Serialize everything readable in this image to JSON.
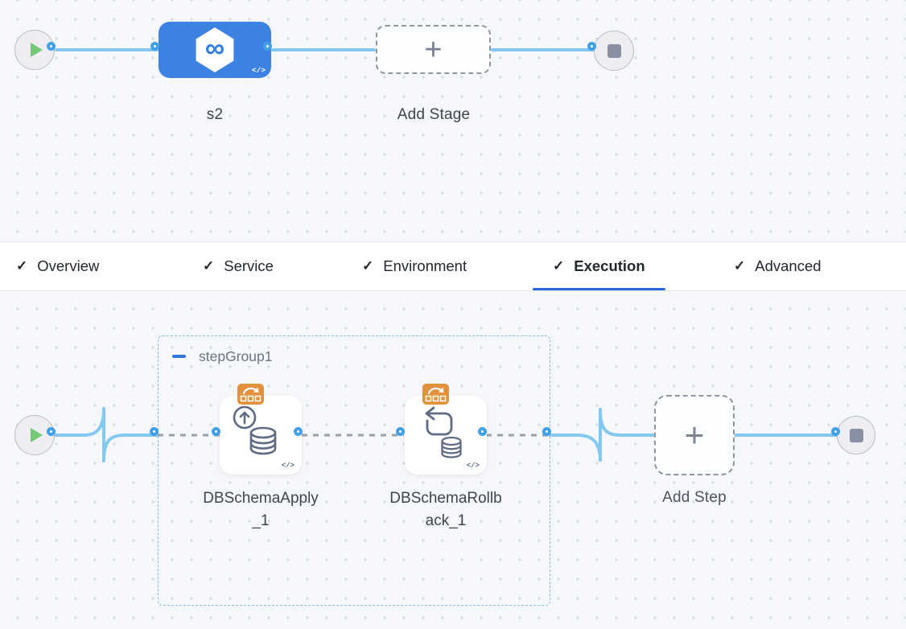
{
  "colors": {
    "stage_blue": "#3c82e2",
    "line_blue": "#85c8ef",
    "port_blue": "#42a0e8",
    "connector_gray": "#9aa0ac",
    "group_border_blue": "#7ec2e4",
    "tab_underline_blue": "#2268dd",
    "badge_orange": "#e2923c",
    "play_green": "#74c976",
    "stop_gray": "#8a90a4"
  },
  "icons": {
    "check": "✓",
    "plus": "+",
    "yaml": "</>",
    "infinity": "∞",
    "minus": "—"
  },
  "stage_graph": {
    "stage_label": "s2",
    "add_stage_label": "Add Stage"
  },
  "tabs": [
    {
      "label": "Overview",
      "checked": true,
      "active": false
    },
    {
      "label": "Service",
      "checked": true,
      "active": false
    },
    {
      "label": "Environment",
      "checked": true,
      "active": false
    },
    {
      "label": "Execution",
      "checked": true,
      "active": true
    },
    {
      "label": "Advanced",
      "checked": true,
      "active": false
    }
  ],
  "execution": {
    "group_label": "stepGroup1",
    "steps": [
      "DBSchemaApply_1",
      "DBSchemaRollback_1"
    ],
    "add_step_label": "Add Step"
  }
}
